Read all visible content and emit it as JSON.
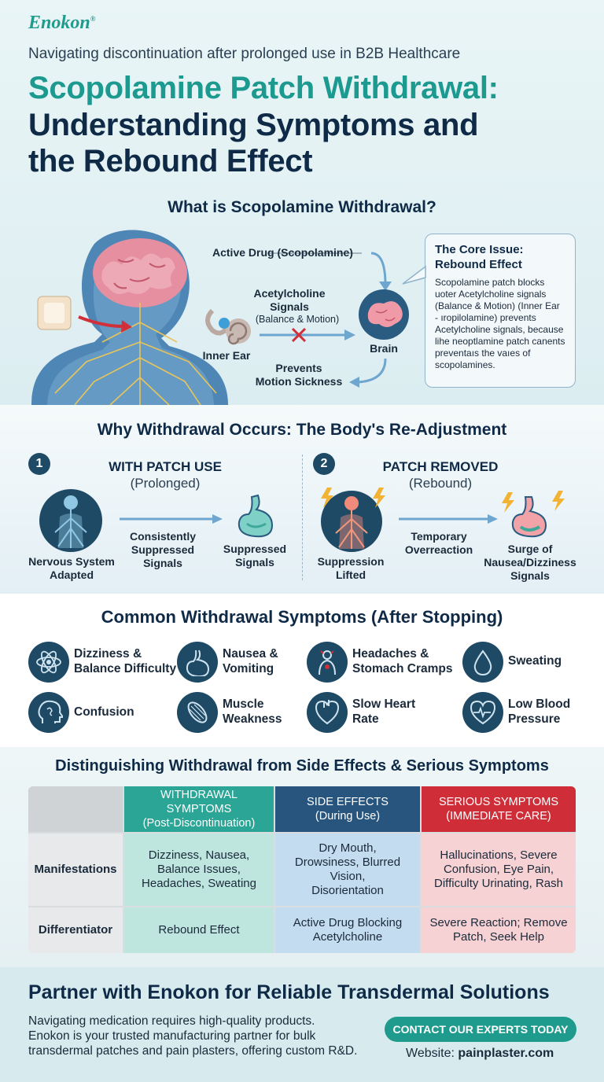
{
  "brand": {
    "logo": "Enokon",
    "reg": "®"
  },
  "header": {
    "subtitle": "Navigating discontinuation after prolonged use in B2B Healthcare",
    "title_line1": "Scopolamine Patch Withdrawal:",
    "title_line2": "Understanding Symptoms and",
    "title_line3": "the Rebound Effect"
  },
  "what": {
    "heading": "What is Scopolamine Withdrawal?",
    "active_drug": "Active Drug (Scopolamine)",
    "signals_title": "Acetylcholine",
    "signals_title2": "Signals",
    "signals_sub": "(Balance & Motion)",
    "inner_ear": "Inner Ear",
    "brain": "Brain",
    "prevents1": "Prevents",
    "prevents2": "Motion Sickness",
    "core_title1": "The Core Issue:",
    "core_title2": "Rebound Effect",
    "core_body": "Scopolamine patch blocks uoter Acetylcholine signals (Balance & Motion) (Inner Ear - ıropilolamine) prevents Acetylcholine signals, because lihe neoptlamine patch canents preventaıs the vaıes of scopolamines."
  },
  "why": {
    "heading": "Why Withdrawal Occurs: The Body's Re-Adjustment",
    "col1": {
      "num": "1",
      "title": "WITH PATCH USE",
      "sub": "(Prolonged)",
      "left_label1": "Nervous System",
      "left_label2": "Adapted",
      "arrow_label1": "Consistently",
      "arrow_label2": "Suppressed",
      "arrow_label3": "Signals",
      "right_label1": "Suppressed",
      "right_label2": "Signals"
    },
    "col2": {
      "num": "2",
      "title": "PATCH REMOVED",
      "sub": "(Rebound)",
      "left_label1": "Suppression",
      "left_label2": "Lifted",
      "arrow_label1": "Temporary",
      "arrow_label2": "Overreaction",
      "right_label1": "Surge of",
      "right_label2": "Nausea/Dizziness",
      "right_label3": "Signals"
    }
  },
  "symptoms": {
    "heading": "Common Withdrawal Symptoms (After Stopping)",
    "items": [
      {
        "l1": "Dizziness &",
        "l2": "Balance Difficulty",
        "icon": "atom-icon"
      },
      {
        "l1": "Nausea &",
        "l2": "Vomiting",
        "icon": "stomach-icon"
      },
      {
        "l1": "Headaches &",
        "l2": "Stomach Cramps",
        "icon": "body-pain-icon"
      },
      {
        "l1": "Sweating",
        "l2": "",
        "icon": "drop-icon"
      },
      {
        "l1": "Confusion",
        "l2": "",
        "icon": "head-confusion-icon"
      },
      {
        "l1": "Muscle",
        "l2": "Weakness",
        "icon": "muscle-icon"
      },
      {
        "l1": "Slow Heart",
        "l2": "Rate",
        "icon": "heart-icon"
      },
      {
        "l1": "Low Blood",
        "l2": "Pressure",
        "icon": "heart-pulse-icon"
      }
    ]
  },
  "dist": {
    "heading": "Distinguishing Withdrawal from Side Effects & Serious Symptoms",
    "headers": [
      {
        "l1": "WITHDRAWAL SYMPTOMS",
        "l2": "(Post-Discontinuation)"
      },
      {
        "l1": "SIDE EFFECTS",
        "l2": "(During Use)"
      },
      {
        "l1": "SERIOUS SYMPTOMS",
        "l2": "(IMMEDIATE CARE)"
      }
    ],
    "rows": [
      {
        "label": "Manifestations",
        "cells": [
          "Dizziness, Nausea, Balance Issues, Headaches, Sweating",
          "Dry Mouth, Drowsiness, Blurred Vision, Disorientation",
          "Hallucinations, Severe Confusion, Eye Pain, Difficulty Urinating, Rash"
        ]
      },
      {
        "label": "Differentiator",
        "cells": [
          "Rebound Effect",
          "Active Drug Blocking Acetylcholine",
          "Severe Reaction; Remove Patch, Seek Help"
        ]
      }
    ]
  },
  "partner": {
    "heading": "Partner with Enokon for Reliable Transdermal Solutions",
    "body1": "Navigating medication requires high-quality products.",
    "body2": "Enokon is your trusted manufacturing partner for bulk",
    "body3": "transdermal patches and pain plasters, offering custom R&D.",
    "cta": "CONTACT OUR EXPERTS TODAY",
    "website_label": "Website:",
    "website": "painplaster.com"
  },
  "colors": {
    "teal": "#1f9b8d",
    "navy": "#0f2a47",
    "red": "#d0303a",
    "blue": "#3d7fb0"
  }
}
